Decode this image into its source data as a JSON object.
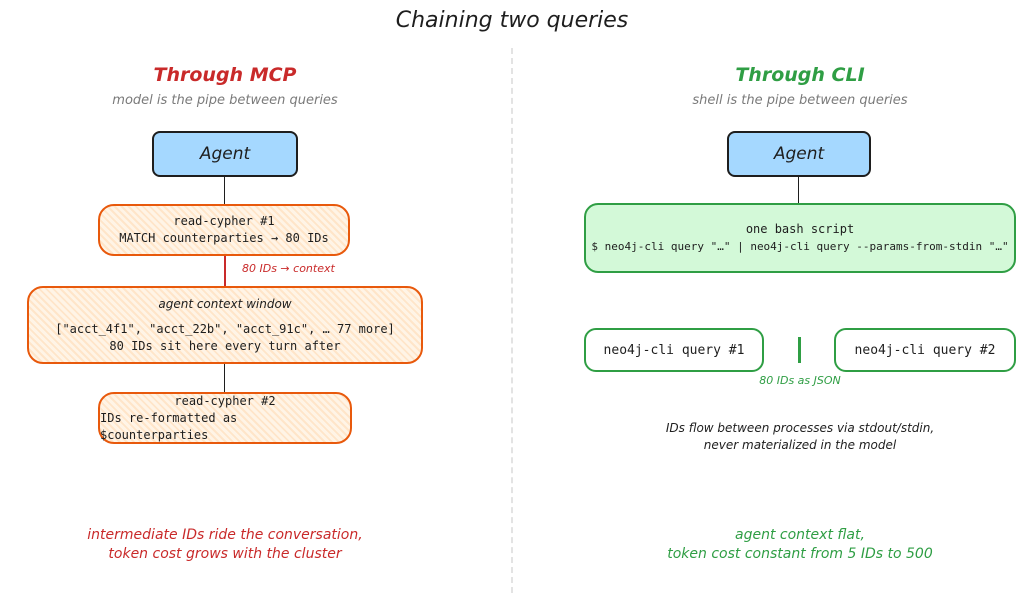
{
  "title": "Chaining two queries",
  "colors": {
    "mcp_accent": "#c92a2a",
    "cli_accent": "#2f9e44",
    "agent_fill": "#a5d8ff",
    "orange_stroke": "#e8590c",
    "green_fill": "#d3f9d8"
  },
  "mcp": {
    "heading": "Through MCP",
    "subtitle": "model is the pipe between queries",
    "agent": "Agent",
    "query1": {
      "line1": "read-cypher #1",
      "line2": "MATCH counterparties → 80 IDs"
    },
    "edge_label": "80 IDs → context",
    "context": {
      "title": "agent context window",
      "line1": "[\"acct_4f1\", \"acct_22b\", \"acct_91c\", … 77 more]",
      "line2": "80 IDs sit here every turn after"
    },
    "query2": {
      "line1": "read-cypher #2",
      "line2": "IDs re-formatted as $counterparties"
    },
    "footer": {
      "line1": "intermediate IDs ride the conversation,",
      "line2": "token cost grows with the cluster"
    }
  },
  "cli": {
    "heading": "Through CLI",
    "subtitle": "shell is the pipe between queries",
    "agent": "Agent",
    "script": {
      "line1": "one bash script",
      "line2": "$ neo4j-cli query \"…\" | neo4j-cli query --params-from-stdin \"…\""
    },
    "query1": "neo4j-cli query #1",
    "query2": "neo4j-cli query #2",
    "pipe_label": "80 IDs as JSON",
    "note": {
      "line1": "IDs flow between processes via stdout/stdin,",
      "line2": "never materialized in the model"
    },
    "footer": {
      "line1": "agent context flat,",
      "line2": "token cost constant from 5 IDs to 500"
    }
  }
}
